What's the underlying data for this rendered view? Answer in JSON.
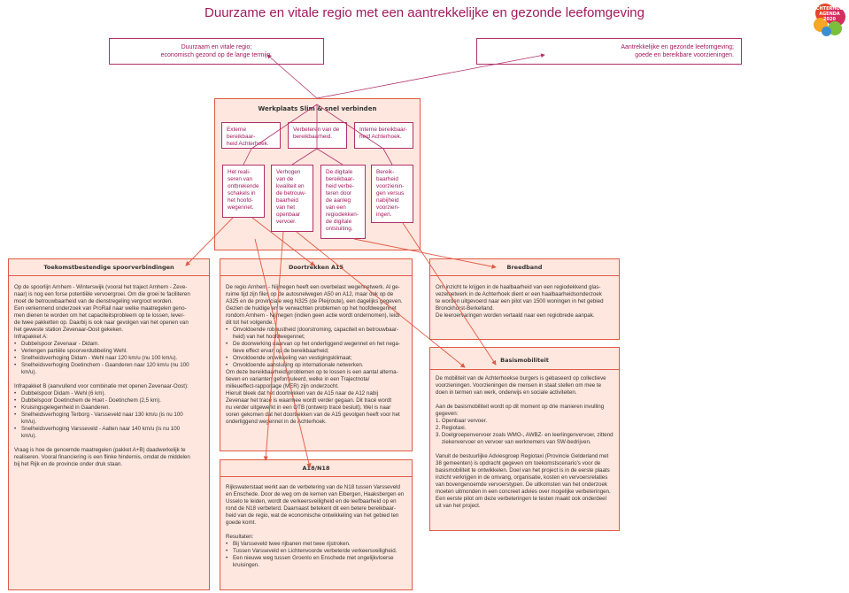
{
  "title": "Duurzame en vitale regio met een aantrekkelijke en gezonde leefomgeving",
  "logo": {
    "line1": "ACHTERHOEK",
    "line2": "AGENDA",
    "line3": "2020"
  },
  "colors": {
    "title": "#a01a5c",
    "box_border": "#b0306a",
    "section_fill": "#fde7de",
    "section_border": "#e05a45",
    "arrow": "#e05a45"
  },
  "goals": [
    {
      "text": "Duurzaam en vitale regio;\neconomisch gezond op de lange termijn."
    },
    {
      "text": "Aantrekkelijke en gezonde leefomgeving;\ngoede en bereikbare voorzieningen."
    }
  ],
  "workshop": {
    "heading": "Werkplaats Slim & snel verbinden",
    "themes": [
      "Externe bereikbaar-\nheid Achterhoek.",
      "Verbeteren van de\nbereikbaarheid.",
      "Interne bereikbaar-\nheid Achterhoek."
    ],
    "measures": [
      "Het reali-\nseren van\nontbrekende\nschakels in\nhet hoofd-\nwegennet.",
      "Verhogen\nvan de\nkwaliteit en\nde betrouw-\nbaarheid\nvan het\nopenbaar\nvervoer.",
      "De digitale\nbereikbaar-\nheid verbe-\nteren door\nde aanleg\nvan een\nregiodekken-\nde digitale\nontsluiting.",
      "Bereik-\nbaarheid\nvoorzienin-\ngen versus\nnabijheid\nvoorzien-\ningen."
    ]
  },
  "sections": {
    "spoor": {
      "heading": "Toekomstbestendige spoorverbindingen",
      "intro": "Op de spoorlijn Arnhem - Winterswijk (vooral het traject Arnhem - Zeve-\nnaar) is nog een forse potentiële vervoergroei. Om die groei te faciliteren\nmoet de betrouwbaarheid van de dienstregeling vergroot worden.\nEen verkennend onderzoek van ProRail naar welke maatregelen geno-\nmen dienen te worden om het capaciteitsprobleem op te lossen, lever-\nde twee pakketten op. Daarbij is ook naar gevolgen van het openen van\nhet geweste station Zevenaar-Oost gekeken.\nInfrapakket A:",
      "list_a": [
        "Dubbelspoor Zevenaar - Didam.",
        "Verlengen partiële spoorverdubbeling Wehl.",
        "Snelheidsverhoging Didam - Wehl naar 120 km/u (nu 100 km/u).",
        "Snelheidsverhoging Doetinchem - Gaanderen naar 120 km/u (nu 100\nkm/u)."
      ],
      "pakket_b": "Infrapakket B (aanvullend voor combinatie met openen Zevenaar-Oost):",
      "list_b": [
        "Dubbelspoor Didam - Wehl (6 km).",
        "Dubbelspoor Doetinchem de Huet - Doetinchem (2,5 km).",
        "Kruisingsgelegenheid in Gaanderen.",
        "Snelheidsverhoging Terborg - Varsseveld naar 130 km/u (is nu 100\nkm/u).",
        "Snelheidsverhoging Varsseveld - Aalten naar 140 km/u (is nu 100\nkm/u)."
      ],
      "outro": "Vraag is hoe de genoemde maatregelen (pakket A+B) daadwerkelijk te\nrealiseren. Vooral financiering is een flinke hindernis, omdat de middelen\nbij het Rijk en de provincie onder druk staan."
    },
    "a15": {
      "heading": "Doortrekken A15",
      "intro": "De regio Arnhem - Nijmegen heeft een overbelast wegennetwerk. Al ge-\nruime tijd zijn files op de autosnelwegen A50 en A12, maar ook op de\nA325 en de provinciale weg N325 (de Pleijroute), een dagelijks gegeven.\nGezien de huidige en te verwachten problemen op het hoofdwegennet\nrondom Arnhem - Nijmegen (indien geen actie wordt ondernomen), leidt\ndit tot het volgende.",
      "list": [
        "Onvoldoende robuustheid (doorstroming, capaciteit en betrouwbaar-\nheid) van het hoofdwegennet;",
        "De doorwerking daarvan op het onderliggend wegennet en het nega-\ntieve effect ervan op de bereikbaarheid;",
        "Onvoldoende ontwikkeling van vestigingsklimaat;",
        "Onvoldoende aansluiting op internationale netwerken."
      ],
      "outro": "Om deze bereikbaarheidsproblemen op te lossen is een aantal alterna-\ntieven en varianten geformuleerd, welke in een Trajectnota/\nmilieueffect-rapportage (MER) zijn onderzocht.\nHieruit bleek dat het doortrekken van de A15 naar de A12 nabij\nZevenaar het tracé is waarmee wordt verder gegaan. Dit tracé wordt\nnu verder uitgewerkt in een OTB (ontwerp tracé besluit). Wel is naar\nvoren gekomen dat het doortrekken van de A15 gevolgen heeft voor het\nonderliggend wegennet in de Achterhoek."
    },
    "n18": {
      "heading": "A18/N18",
      "intro": "Rijkswaterstaat werkt aan de verbetering van de N18 tussen Varsseveld\nen Enschede. Door de weg om de kernen van Eibergen, Haaksbergen en\nUsselo te leiden, wordt de verkeersveiligheid en de leefbaarheid op en\nrond de N18 verbeterd. Daarnaast betekent dit een betere bereikbaar-\nheid van de regio, wat de economische ontwikkeling van het gebied ten\ngoede komt.",
      "results_label": "Resultaten:",
      "list": [
        "Bij Varsseveld twee rijbanen met twee rijstroken.",
        "Tussen Varsseveld en Lichtenvoorde verbeterde verkeersveiligheid.",
        "Een nieuwe weg tussen Groenlo en Enschede met ongelijkvloerse\nkruisingen."
      ]
    },
    "breedband": {
      "heading": "Breedband",
      "body": "Om inzicht te krijgen in de haalbaarheid van een regiodekkend glas-\nvezelnetwerk in de Achterhoek dient er een haalbaarheidsonderzoek\nte worden uitgevoerd naar een pilot van 1500 woningen in het gebied\nBronckhorst-Berkelland.\nDe leeroervaringen worden vertaald naar een regiobrede aanpak."
    },
    "basis": {
      "heading": "Basismobiliteit",
      "intro": "De mobiliteit van de Achterhoekse burgers is gebaseerd op collectieve\nvoorzieningen. Voorzieningen die mensen in staat stellen om mee te\ndoen in termen van werk, onderwijs en sociale activiteiten.",
      "lead": "Aan de basismobiliteit wordt op dit moment op drie manieren invulling\ngegeven:",
      "list": [
        "1. Openbaar vervoer.",
        "2. Regiotaxi.",
        "3. Doelgroepenvervoer zoals WMO-, AWBZ- en leerlingenvervoer, zittend\n    ziekenvervoer en vervoer van werknemers van SW-bedrijven."
      ],
      "outro": "Vanuit de bestuurlijke Adviesgroep Regiotaxi (Provincie Gelderland met\n38 gemeenten) is opdracht gegeven om toekomstscenario's voor de\nbasismobiliteit te ontwikkelen. Doel van het project is in de eerste plaats\ninzicht verkrijgen in de omvang, organisatie, kosten en vervoersrelaties\nvan bovengenoemde vervoerstypen. De uitkomsten van het onderzoek\nmoeten uitmonden in een concreet advies over mogelijke verbeteringen.\nEen eerste pilot om deze verbeteringen te testen maakt ook onderdeel\nuit van het project."
    }
  }
}
